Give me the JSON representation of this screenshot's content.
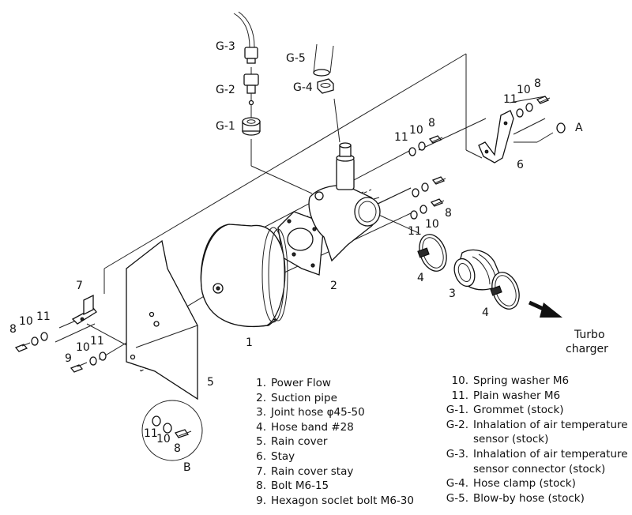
{
  "labels": {
    "g3": "G-3",
    "g5": "G-5",
    "g2": "G-2",
    "g4": "G-4",
    "g1": "G-1",
    "a": "A",
    "b": "B",
    "p1": "1",
    "p2": "2",
    "p3": "3",
    "p4a": "4",
    "p4b": "4",
    "p5": "5",
    "p6": "6",
    "p7": "7",
    "p9": "9",
    "p8_top": "8",
    "p10_top": "10",
    "p11_top": "11",
    "p8_mid": "8",
    "p10_mid": "10",
    "p11_mid": "11",
    "p8_right": "8",
    "p10_right": "10",
    "p11_right": "11",
    "p8_left": "8",
    "p10_left": "10",
    "p11_left": "11",
    "p10_bolt9": "10",
    "p11_bolt9": "11",
    "p8_b": "8",
    "p10_b": "10",
    "p11_b": "11",
    "turbo_line1": "Turbo",
    "turbo_line2": "charger"
  },
  "legend_left": [
    {
      "num": "1.",
      "text": "Power Flow"
    },
    {
      "num": "2.",
      "text": "Suction pipe"
    },
    {
      "num": "3.",
      "text": "Joint hose  φ45-50"
    },
    {
      "num": "4.",
      "text": "Hose band  #28"
    },
    {
      "num": "5.",
      "text": "Rain cover"
    },
    {
      "num": "6.",
      "text": "Stay"
    },
    {
      "num": "7.",
      "text": "Rain cover stay"
    },
    {
      "num": "8.",
      "text": "Bolt  M6-15"
    },
    {
      "num": "9.",
      "text": "Hexagon soclet bolt  M6-30"
    }
  ],
  "legend_right": [
    {
      "num": "10.",
      "text": "Spring washer  M6"
    },
    {
      "num": "11.",
      "text": "Plain washer  M6"
    },
    {
      "num": "G-1.",
      "text": "Grommet (stock)"
    },
    {
      "num": "G-2.",
      "text": "Inhalation of air temperature"
    },
    {
      "num": "",
      "text": "sensor (stock)"
    },
    {
      "num": "G-3.",
      "text": "Inhalation of air temperature"
    },
    {
      "num": "",
      "text": "sensor connector (stock)"
    },
    {
      "num": "G-4.",
      "text": "Hose clamp (stock)"
    },
    {
      "num": "G-5.",
      "text": "Blow-by hose (stock)"
    }
  ]
}
